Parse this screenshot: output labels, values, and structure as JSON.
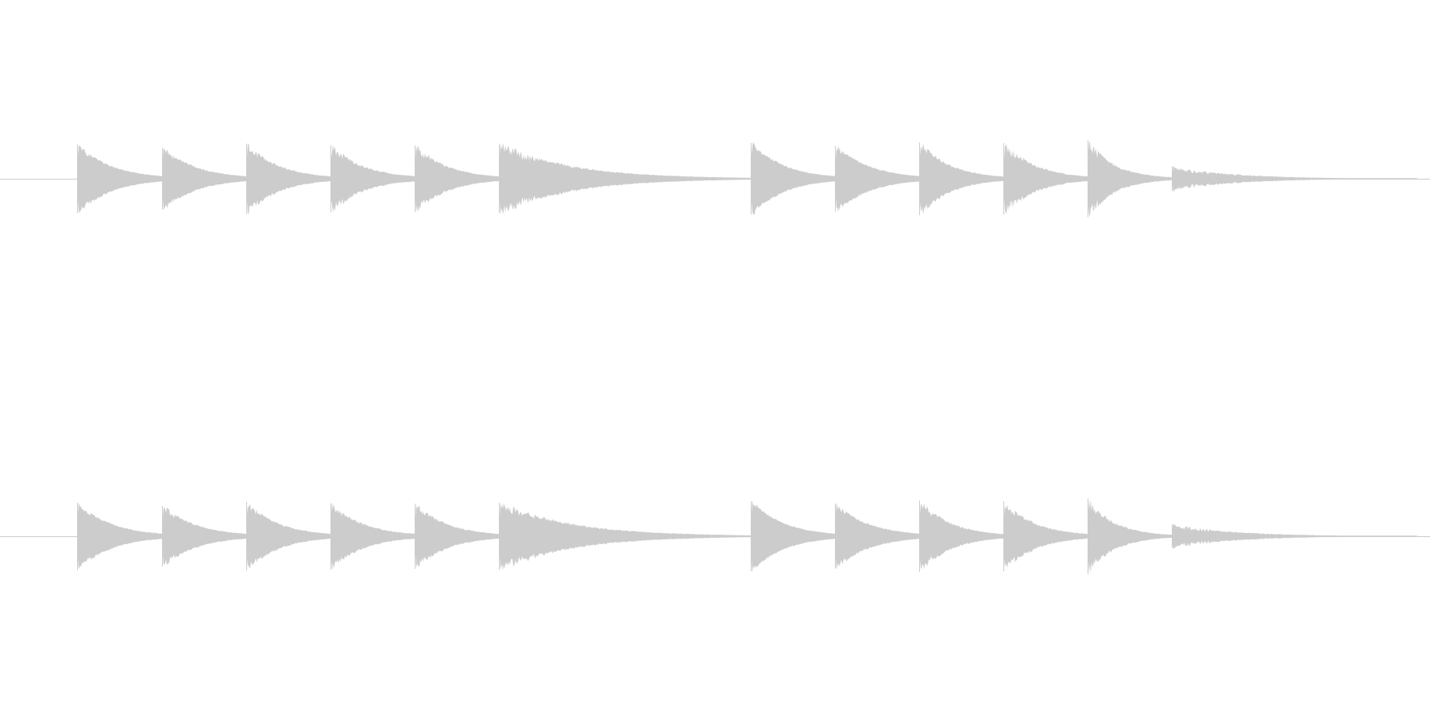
{
  "waveform": {
    "color": "#cccccc",
    "background": "#ffffff",
    "channels": [
      {
        "name": ""
      },
      {
        "name": ""
      }
    ],
    "notes": [
      {
        "decay": 0.42,
        "tail": 0.82,
        "noise": 0.12
      },
      {
        "decay": 0.44,
        "tail": 0.8,
        "noise": 0.14
      },
      {
        "decay": 0.4,
        "tail": 0.84,
        "noise": 0.16
      },
      {
        "decay": 0.42,
        "tail": 0.82,
        "noise": 0.18
      },
      {
        "decay": 0.4,
        "tail": 0.84,
        "noise": 0.16
      },
      {
        "decay": 0.25,
        "tail": 0.99,
        "noise": 0.18
      },
      {
        "decay": 0.4,
        "tail": 0.84,
        "noise": 0.1
      },
      {
        "decay": 0.44,
        "tail": 0.8,
        "noise": 0.12
      },
      {
        "decay": 0.38,
        "tail": 0.84,
        "noise": 0.16
      },
      {
        "decay": 0.4,
        "tail": 0.82,
        "noise": 0.18
      },
      {
        "decay": 0.32,
        "tail": 0.86,
        "noise": 0.2
      },
      {
        "decay": 0.22,
        "tail": 0.99,
        "noise": 0.26
      }
    ]
  }
}
